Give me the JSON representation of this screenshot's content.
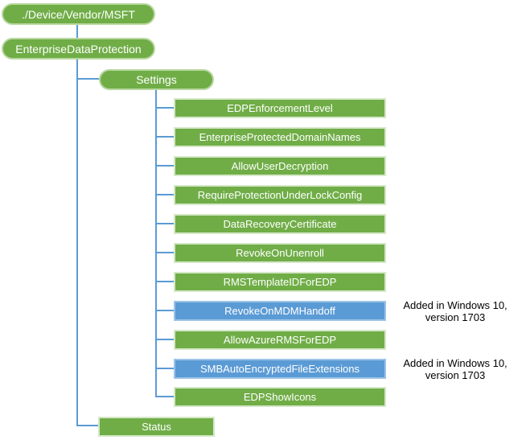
{
  "diagram": {
    "type": "tree",
    "root_node": {
      "label": "./Device/Vendor/MSFT"
    },
    "level1_node": {
      "label": "EnterpriseDataProtection"
    },
    "settings_node": {
      "label": "Settings"
    },
    "settings_children": [
      {
        "label": "EDPEnforcementLevel",
        "highlight": "green"
      },
      {
        "label": "EnterpriseProtectedDomainNames",
        "highlight": "green"
      },
      {
        "label": "AllowUserDecryption",
        "highlight": "green"
      },
      {
        "label": "RequireProtectionUnderLockConfig",
        "highlight": "green"
      },
      {
        "label": "DataRecoveryCertificate",
        "highlight": "green"
      },
      {
        "label": "RevokeOnUnenroll",
        "highlight": "green"
      },
      {
        "label": "RMSTemplateIDForEDP",
        "highlight": "green"
      },
      {
        "label": "RevokeOnMDMHandoff",
        "highlight": "blue"
      },
      {
        "label": "AllowAzureRMSForEDP",
        "highlight": "green"
      },
      {
        "label": "SMBAutoEncryptedFileExtensions",
        "highlight": "blue"
      },
      {
        "label": "EDPShowIcons",
        "highlight": "green"
      }
    ],
    "status_node": {
      "label": "Status"
    },
    "annotations": [
      {
        "line1": "Added in Windows 10,",
        "line2": "version 1703"
      },
      {
        "line1": "Added in Windows 10,",
        "line2": "version 1703"
      }
    ],
    "colors": {
      "node_green_fill": "#70AD47",
      "node_green_border": "#D5E8C8",
      "node_blue_fill": "#5B9BD5",
      "node_blue_border": "#9DC3E6",
      "connector": "#5B9BD5",
      "node_text": "#FFFFFF",
      "annotation_text": "#000000",
      "background": "#FFFFFF"
    }
  }
}
